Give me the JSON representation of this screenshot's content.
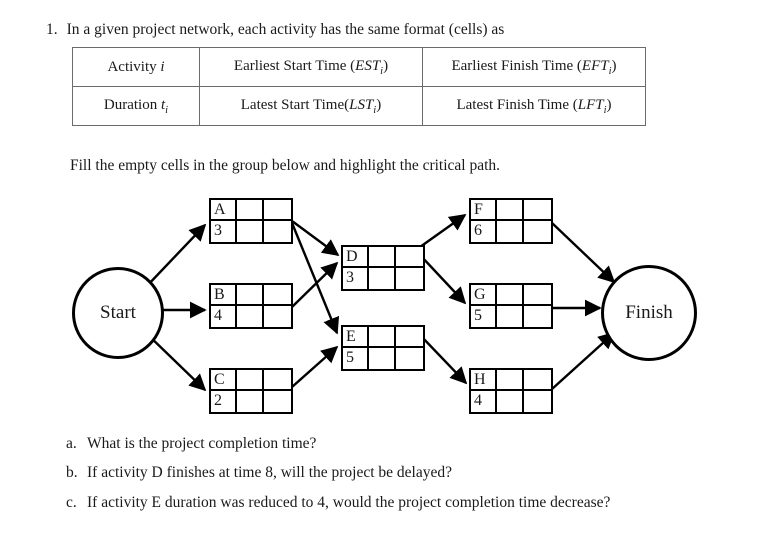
{
  "question": {
    "number": "1.",
    "stem": "In a given project network, each activity has the same format (cells) as",
    "fill_instruction": "Fill the empty cells in the group below and highlight the critical path."
  },
  "format_table": {
    "rows": [
      [
        {
          "text": "Activity ",
          "italic_tail": "i"
        },
        {
          "text": "Earliest Start Time (",
          "italic_tail": "EST",
          "sub": "i",
          "close": ")"
        },
        {
          "text": "Earliest Finish Time (",
          "italic_tail": "EFT",
          "sub": "i",
          "close": ")"
        }
      ],
      [
        {
          "text": "Duration ",
          "italic_tail": "t",
          "sub": "i"
        },
        {
          "text": "Latest Start Time(",
          "italic_tail": "LST",
          "sub": "i",
          "close": ")"
        },
        {
          "text": "Latest Finish Time (",
          "italic_tail": "LFT",
          "sub": "i",
          "close": ")"
        }
      ]
    ],
    "cells_flat": {
      "r1c1_label": "Activity",
      "r1c1_var": "i",
      "r1c2_label": "Earliest Start Time (",
      "r1c2_var": "EST",
      "r1c2_sub": "i",
      "r1c2_close": ")",
      "r1c3_label": "Earliest Finish Time (",
      "r1c3_var": "EFT",
      "r1c3_sub": "i",
      "r1c3_close": ")",
      "r2c1_label": "Duration",
      "r2c1_var": "t",
      "r2c1_sub": "i",
      "r2c2_label": "Latest Start Time(",
      "r2c2_var": "LST",
      "r2c2_sub": "i",
      "r2c2_close": ")",
      "r2c3_label": "Latest Finish Time (",
      "r2c3_var": "LFT",
      "r2c3_sub": "i",
      "r2c3_close": ")"
    }
  },
  "diagram": {
    "start_label": "Start",
    "finish_label": "Finish",
    "nodes": [
      {
        "id": "A",
        "activity": "A",
        "duration": "3",
        "est": "",
        "eft": "",
        "lst": "",
        "lft": ""
      },
      {
        "id": "B",
        "activity": "B",
        "duration": "4",
        "est": "",
        "eft": "",
        "lst": "",
        "lft": ""
      },
      {
        "id": "C",
        "activity": "C",
        "duration": "2",
        "est": "",
        "eft": "",
        "lst": "",
        "lft": ""
      },
      {
        "id": "D",
        "activity": "D",
        "duration": "3",
        "est": "",
        "eft": "",
        "lst": "",
        "lft": ""
      },
      {
        "id": "E",
        "activity": "E",
        "duration": "5",
        "est": "",
        "eft": "",
        "lst": "",
        "lft": ""
      },
      {
        "id": "F",
        "activity": "F",
        "duration": "6",
        "est": "",
        "eft": "",
        "lst": "",
        "lft": ""
      },
      {
        "id": "G",
        "activity": "G",
        "duration": "5",
        "est": "",
        "eft": "",
        "lst": "",
        "lft": ""
      },
      {
        "id": "H",
        "activity": "H",
        "duration": "4",
        "est": "",
        "eft": "",
        "lst": "",
        "lft": ""
      }
    ],
    "edges": [
      {
        "from": "Start",
        "to": "A"
      },
      {
        "from": "Start",
        "to": "B"
      },
      {
        "from": "Start",
        "to": "C"
      },
      {
        "from": "A",
        "to": "D"
      },
      {
        "from": "A",
        "to": "E"
      },
      {
        "from": "B",
        "to": "D"
      },
      {
        "from": "C",
        "to": "E"
      },
      {
        "from": "D",
        "to": "F"
      },
      {
        "from": "D",
        "to": "G"
      },
      {
        "from": "E",
        "to": "H"
      },
      {
        "from": "F",
        "to": "Finish"
      },
      {
        "from": "G",
        "to": "Finish"
      },
      {
        "from": "H",
        "to": "Finish"
      }
    ]
  },
  "sub_questions": [
    {
      "marker": "a.",
      "text": "What is the project completion time?"
    },
    {
      "marker": "b.",
      "text": "If activity D finishes at time 8, will the project be delayed?"
    },
    {
      "marker": "c.",
      "text": "If activity E duration was reduced to 4, would the project completion time decrease?"
    }
  ]
}
